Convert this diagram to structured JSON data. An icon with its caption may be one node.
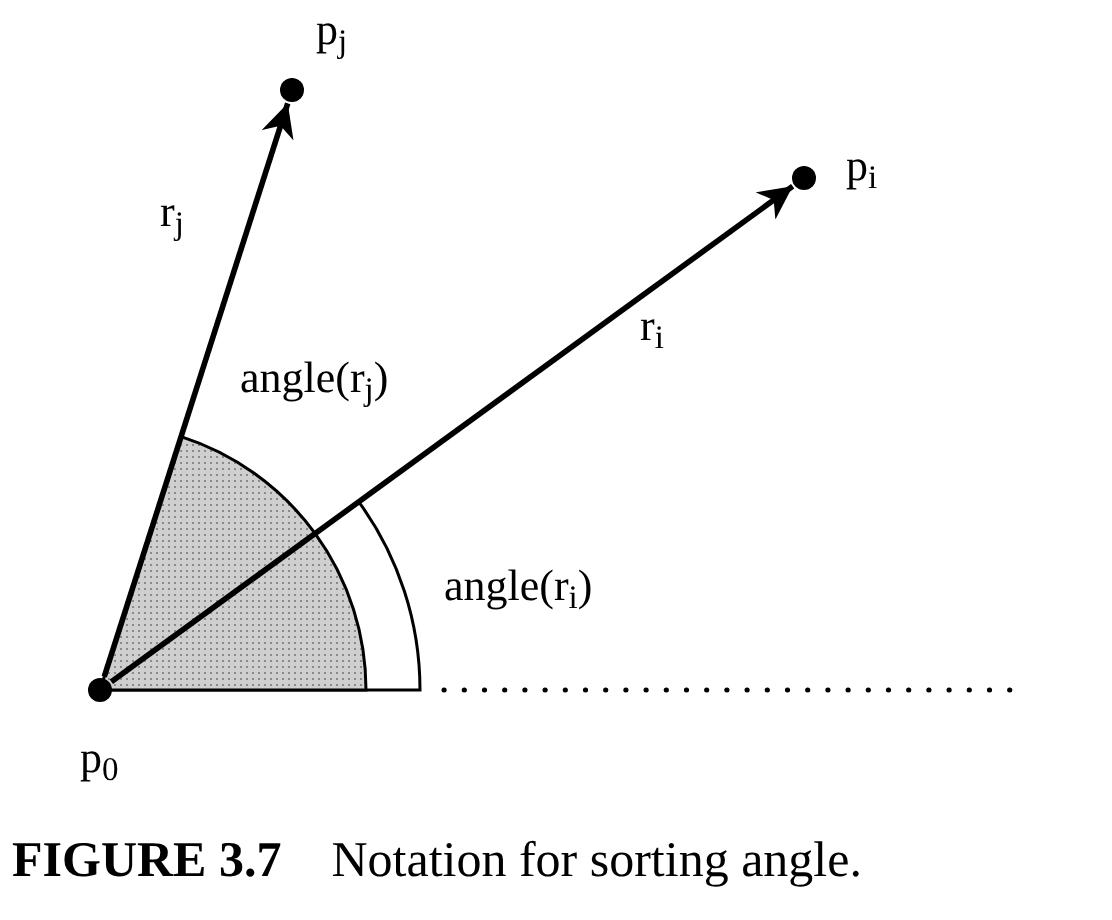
{
  "diagram": {
    "caption": "**FIGURE 3.7**    Notation for sorting angle.",
    "nodes": [
      {
        "text": [],
        "shape": "circle",
        "beside": [
          "p$_{0}$"
        ]
      },
      {
        "text": [],
        "shape": "circle",
        "beside": [
          "p$_{j}$"
        ]
      },
      {
        "text": [],
        "shape": "circle",
        "beside": [
          "p$_{i}$"
        ]
      }
    ],
    "edges": [
      {
        "from": 0,
        "to": 1,
        "arrow": "to",
        "label": "r$_{j}$"
      },
      {
        "from": 0,
        "to": 2,
        "arrow": "to",
        "label": "r$_{i}$"
      }
    ],
    "labels": [
      "angle(r$_{j}$)",
      "angle(r$_{i}$)"
    ]
  }
}
